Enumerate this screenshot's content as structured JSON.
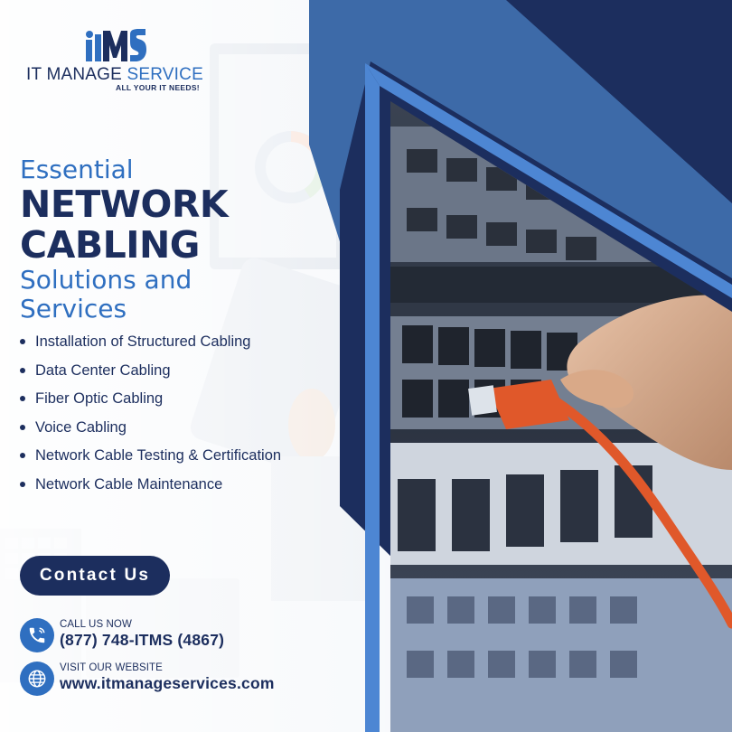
{
  "brand": {
    "logo_letters": "ITMS",
    "name_primary": "IT MANAGE",
    "name_accent": "SERVICE",
    "tagline": "ALL YOUR IT NEEDS!"
  },
  "headline": {
    "line1": "Essential",
    "line2": "NETWORK",
    "line3": "CABLING",
    "line4": "Solutions and",
    "line5": "Services"
  },
  "services": [
    "Installation of Structured Cabling",
    "Data Center Cabling",
    "Fiber Optic Cabling",
    "Voice Cabling",
    "Network Cable Testing & Certification",
    "Network Cable Maintenance"
  ],
  "cta": {
    "label": "Contact Us"
  },
  "contact": {
    "phone_label": "CALL US NOW",
    "phone_value": "(877) 748-ITMS (4867)",
    "web_label": "VISIT OUR WEBSITE",
    "web_value": "www.itmanageservices.com"
  },
  "colors": {
    "navy": "#1c2e5e",
    "blue": "#2f6fc0",
    "mid_blue": "#3d6aa8",
    "cable_orange": "#e0582a"
  },
  "icons": [
    "phone-icon",
    "globe-icon"
  ]
}
